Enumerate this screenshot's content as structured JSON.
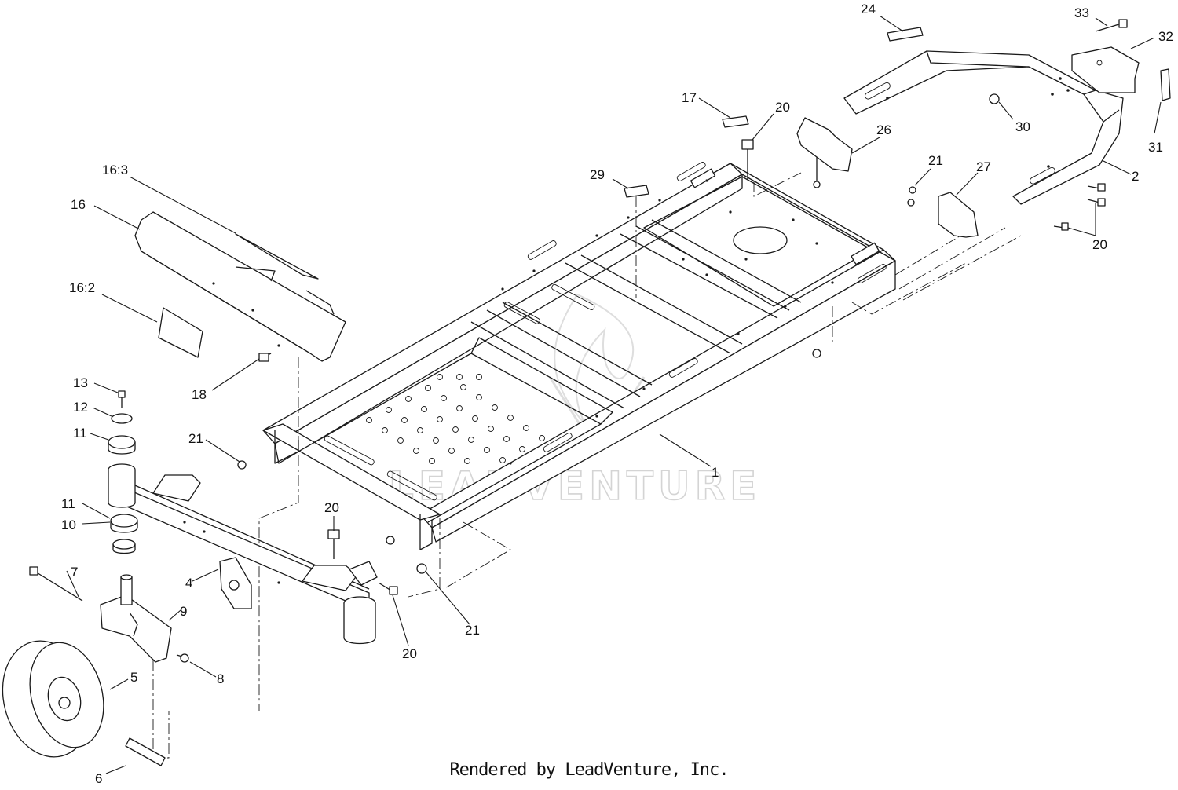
{
  "watermark": "LEADVENTURE",
  "footer": "Rendered by LeadVenture, Inc.",
  "callouts": {
    "c1": "1",
    "c2": "2",
    "c4": "4",
    "c5": "5",
    "c6": "6",
    "c7": "7",
    "c8": "8",
    "c9": "9",
    "c10": "10",
    "c11a": "11",
    "c11b": "11",
    "c12": "12",
    "c13": "13",
    "c16": "16",
    "c16_2": "16:2",
    "c16_3": "16:3",
    "c17": "17",
    "c18": "18",
    "c20a": "20",
    "c20b": "20",
    "c20c": "20",
    "c20d": "20",
    "c21a": "21",
    "c21b": "21",
    "c21c": "21",
    "c24": "24",
    "c26": "26",
    "c27": "27",
    "c29": "29",
    "c30": "30",
    "c31": "31",
    "c32": "32",
    "c33": "33"
  }
}
